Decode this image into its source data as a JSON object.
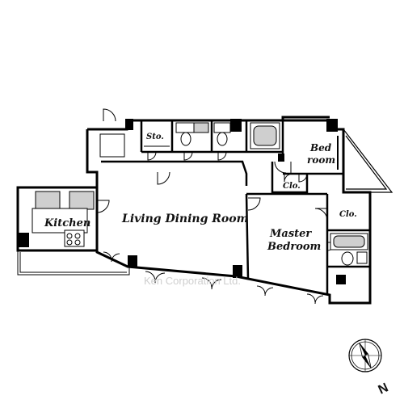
{
  "rooms": {
    "living_dining": "Living Dining Room",
    "kitchen": "Kitchen",
    "master_bedroom_line1": "Master",
    "master_bedroom_line2": "Bedroom",
    "bedroom_line1": "Bed",
    "bedroom_line2": "room",
    "storage": "Sto.",
    "closet_center": "Clo.",
    "closet_right": "Clo."
  },
  "compass": {
    "north_label": "N"
  },
  "watermark": "Ken Corporation Ltd.",
  "colors": {
    "wall": "#000000",
    "fixture_gray": "#b5b5b5",
    "watermark": "#cfcfcf"
  }
}
